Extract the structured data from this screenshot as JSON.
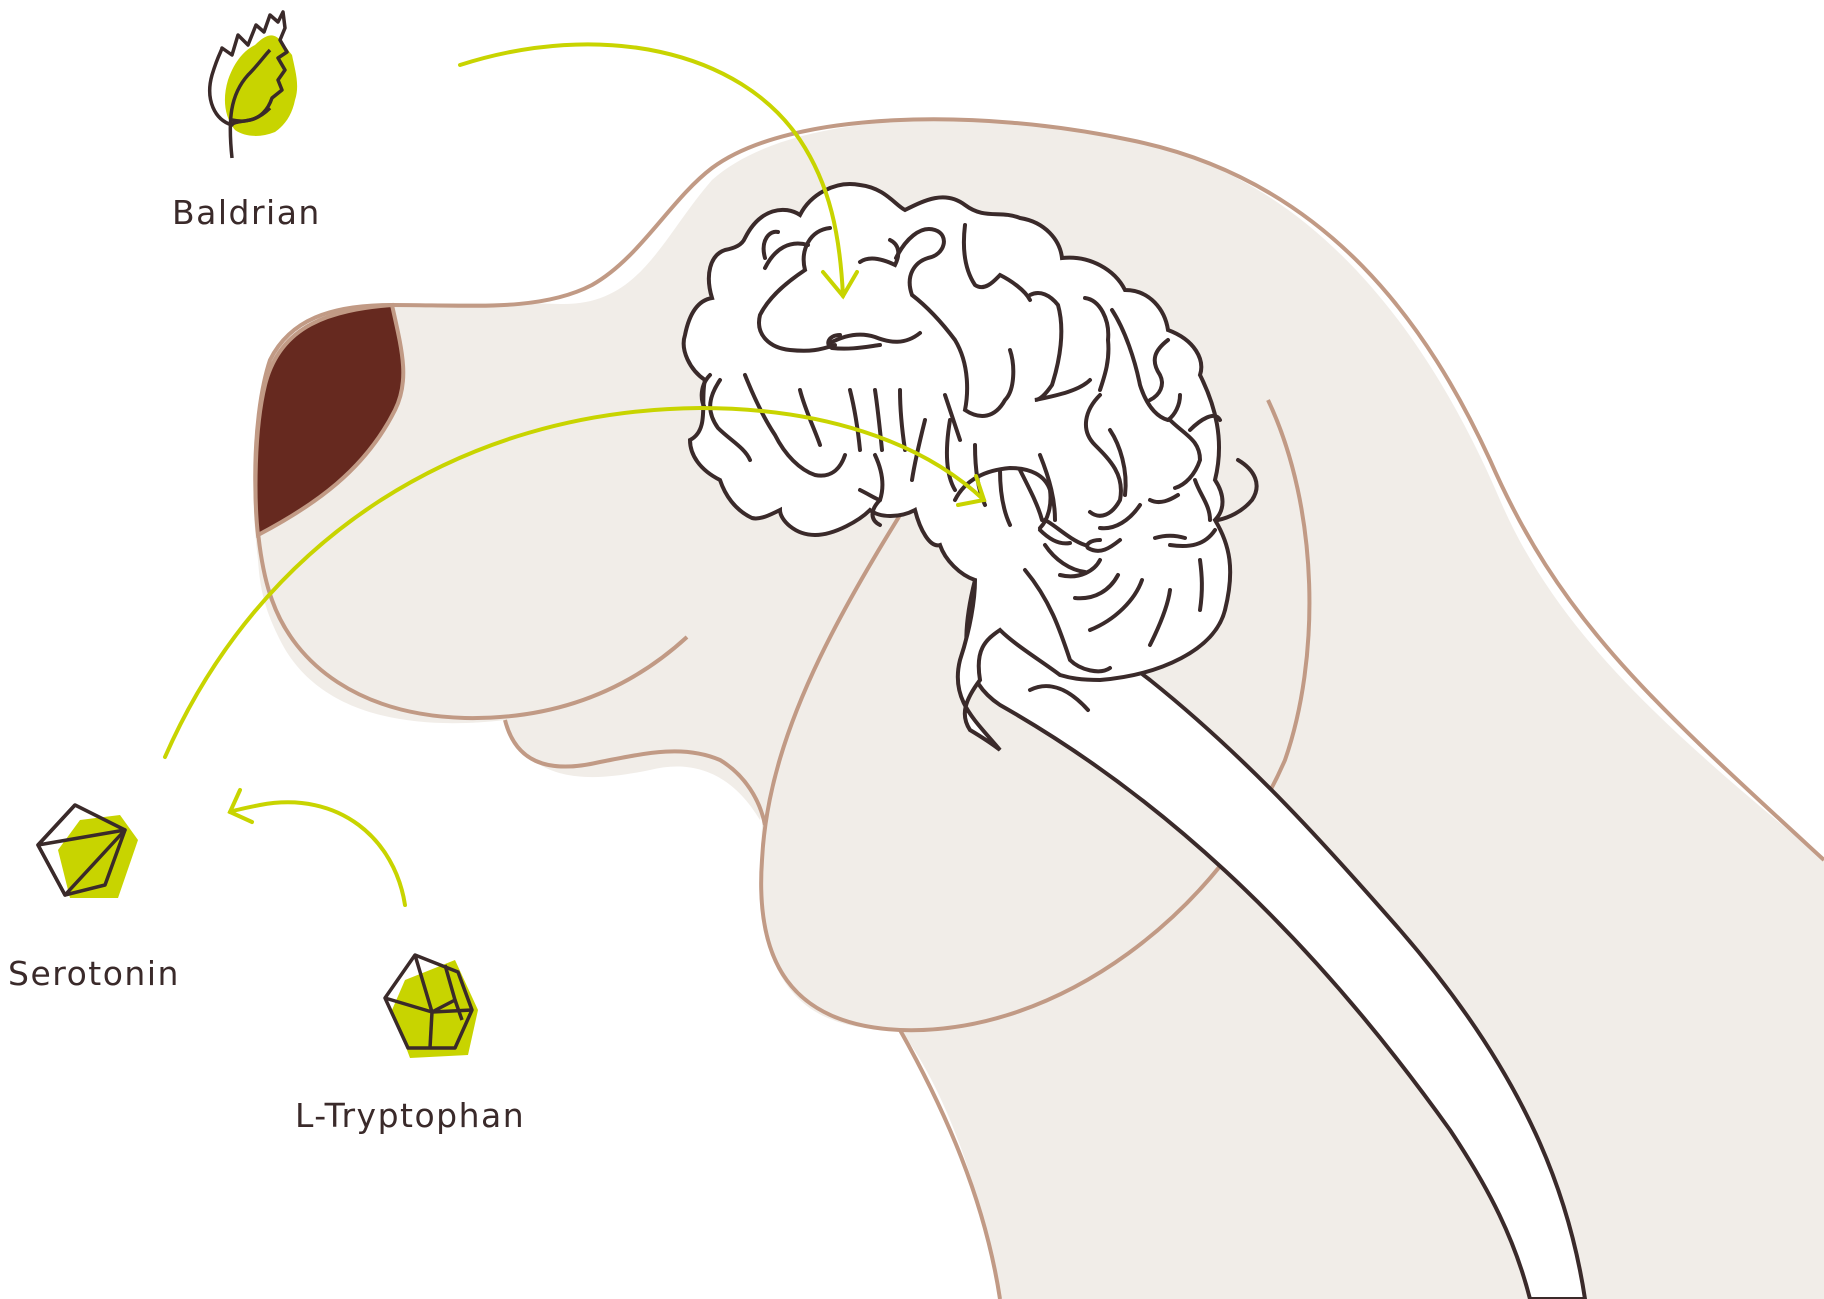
{
  "labels": {
    "baldrian": "Baldrian",
    "serotonin": "Serotonin",
    "tryptophan": "L-Tryptophan"
  },
  "icons": {
    "baldrian": "valerian-leaf-icon",
    "serotonin": "serotonin-crystal-icon",
    "tryptophan": "tryptophan-crystal-icon"
  },
  "colors": {
    "accent_green": "#c8d400",
    "dog_fill": "#f1ede8",
    "dog_outline": "#c19a85",
    "nose": "#66291f",
    "ink": "#3a2a2a",
    "brain_fill": "#ffffff"
  }
}
